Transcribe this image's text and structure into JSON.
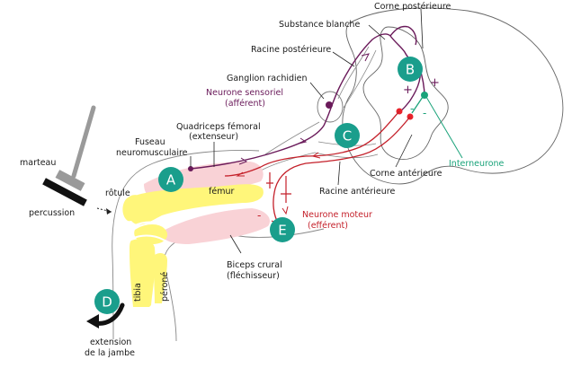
{
  "labels": {
    "corne_posterieure": "Corne postérieure",
    "substance_blanche": "Substance blanche",
    "racine_posterieure": "Racine postérieure",
    "ganglion": "Ganglion rachidien",
    "neurone_sensoriel": "Neurone sensoriel",
    "afferent": "(afférent)",
    "quadriceps": "Quadriceps fémoral",
    "extenseur": "(extenseur)",
    "fuseau_1": "Fuseau",
    "fuseau_2": "neuromusculaire",
    "marteau": "marteau",
    "rotule": "rôtule",
    "percussion": "percussion",
    "femur": "fémur",
    "corne_anterieure": "Corne antérieure",
    "interneurone": "Interneurone",
    "racine_anterieure": "Racine antérieure",
    "neurone_moteur": "Neurone moteur",
    "efferent": "(efférent)",
    "biceps": "Biceps crural",
    "flechisseur": "(fléchisseur)",
    "tibia": "tibia",
    "perone": "péroné",
    "extension_1": "extension",
    "extension_2": "de la jambe"
  },
  "badges": {
    "a": "A",
    "b": "B",
    "c": "C",
    "d": "D",
    "e": "E"
  },
  "signs": {
    "plus": "+",
    "minus": "-"
  },
  "colors": {
    "badge": "#1a9e8c",
    "sensory": "#6a1a5a",
    "motor": "#c4202a",
    "interneuron": "#1aa37a",
    "bone": "#fff67a",
    "muscle": "#f9d2d6"
  }
}
